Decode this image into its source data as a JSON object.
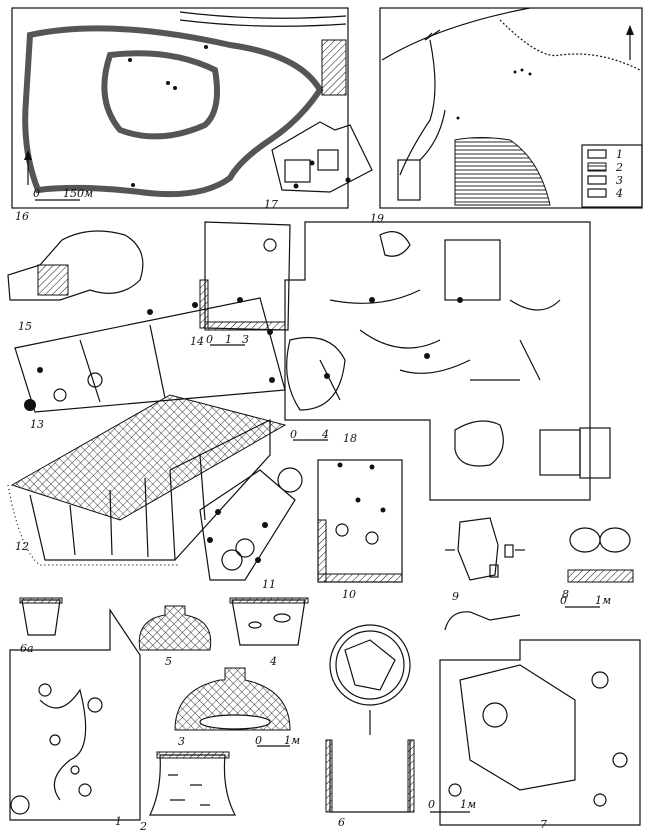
{
  "figures": [
    {
      "id": "1",
      "label": "1"
    },
    {
      "id": "2",
      "label": "2"
    },
    {
      "id": "3",
      "label": "3"
    },
    {
      "id": "4",
      "label": "4"
    },
    {
      "id": "5",
      "label": "5"
    },
    {
      "id": "6",
      "label": "6"
    },
    {
      "id": "6a",
      "label": "6a"
    },
    {
      "id": "7",
      "label": "7"
    },
    {
      "id": "8",
      "label": "8"
    },
    {
      "id": "9",
      "label": "9"
    },
    {
      "id": "10",
      "label": "10"
    },
    {
      "id": "11",
      "label": "11"
    },
    {
      "id": "12",
      "label": "12"
    },
    {
      "id": "13",
      "label": "13"
    },
    {
      "id": "14",
      "label": "14"
    },
    {
      "id": "15",
      "label": "15"
    },
    {
      "id": "16",
      "label": "16"
    },
    {
      "id": "17",
      "label": "17"
    },
    {
      "id": "18",
      "label": "18"
    },
    {
      "id": "19",
      "label": "19"
    }
  ],
  "scales": {
    "fig16": {
      "zero": "0",
      "value": "150м"
    },
    "fig14": {
      "zero": "0",
      "one": "1",
      "three": "3"
    },
    "fig18": {
      "zero": "0",
      "value": "4"
    },
    "fig8": {
      "zero": "0",
      "value": "1м"
    },
    "fig3": {
      "zero": "0",
      "value": "1м"
    },
    "fig7": {
      "zero": "0",
      "value": "1м"
    }
  },
  "legend19": [
    "1",
    "2",
    "3",
    "4"
  ]
}
